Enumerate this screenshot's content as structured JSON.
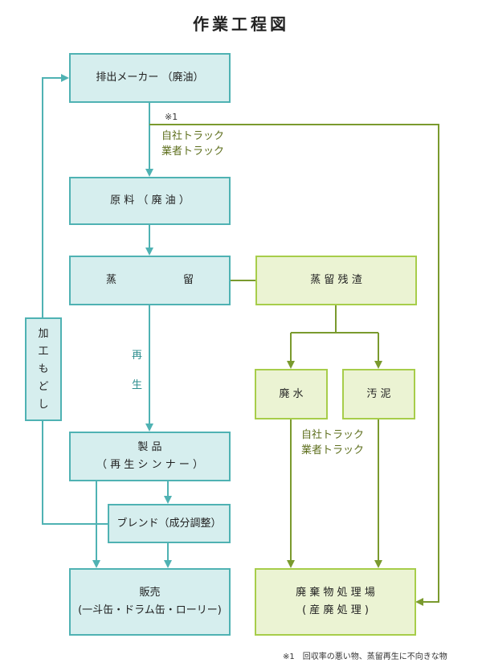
{
  "title": "作業工程図",
  "boxes": {
    "discharger": "排出メーカー （廃油）",
    "raw_material": "原 料 （ 廃 油 ）",
    "distillation_left": "蒸",
    "distillation_right": "留",
    "residue": "蒸 留 残 渣",
    "product_line1": "製 品",
    "product_line2": "（ 再 生 シ ン ナ ー ）",
    "blend": "ブレンド（成分調整）",
    "sales_line1": "販売",
    "sales_line2": "(一斗缶・ドラム缶・ローリー)",
    "waste_water": "廃 水",
    "sludge": "汚 泥",
    "disposal_line1": "廃 棄 物 処 理 場",
    "disposal_line2": "( 産 廃 処 理 )",
    "rework": [
      "加",
      "工",
      "も",
      "ど",
      "し"
    ]
  },
  "labels": {
    "note_mark": "※1",
    "truck_own_1": "自社トラック",
    "truck_contract_1": "業者トラック",
    "regen_1": "再",
    "regen_2": "生",
    "truck_own_2": "自社トラック",
    "truck_contract_2": "業者トラック"
  },
  "footnote": "※1　回収率の悪い物、蒸留再生に不向きな物",
  "colors": {
    "teal": "#4fb2b3",
    "teal_fill": "#d6eeee",
    "olive": "#7a9a2e",
    "green_border": "#a7cd4a",
    "green_fill": "#ebf3d3"
  }
}
